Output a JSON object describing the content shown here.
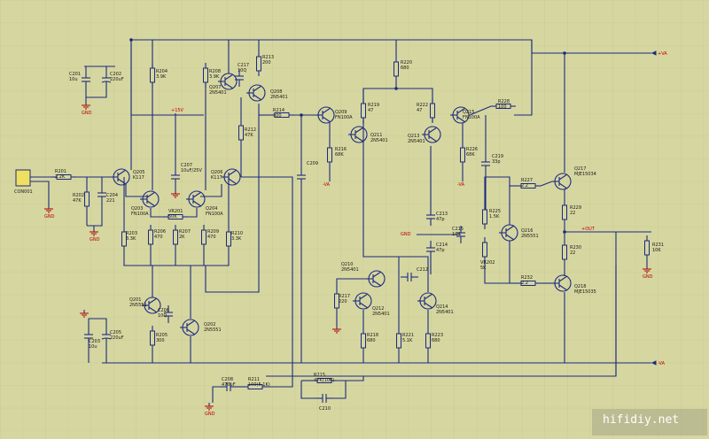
{
  "rails": {
    "vplus": "+VA",
    "vminus": "-VA",
    "rail_15v": "+15V",
    "gnd": "GND",
    "out": "+OUT"
  },
  "connector": {
    "ref": "CON001"
  },
  "watermark": "hifidiy.net",
  "gnd_label": "GND",
  "colors": {
    "background": "#d6d6a0",
    "wire": "#1b2a80",
    "ground": "#b00000",
    "grid": "#c4c48c"
  },
  "components": {
    "C201": {
      "ref": "C201",
      "val": "10u"
    },
    "C202": {
      "ref": "C202",
      "val": "220uF"
    },
    "R204": {
      "ref": "R204",
      "val": "3.9K"
    },
    "R208": {
      "ref": "R208",
      "val": "3.9K"
    },
    "C217": {
      "ref": "C217",
      "val": "10Q"
    },
    "R213": {
      "ref": "R213",
      "val": "200"
    },
    "Q207": {
      "ref": "Q207",
      "val": "2N5401"
    },
    "Q208": {
      "ref": "Q208",
      "val": "2N5401"
    },
    "R220": {
      "ref": "R220",
      "val": "680"
    },
    "R228": {
      "ref": "R228",
      "val": "100"
    },
    "R219": {
      "ref": "R219",
      "val": "47"
    },
    "R222": {
      "ref": "R222",
      "val": "47"
    },
    "Q209": {
      "ref": "Q209",
      "val": "FN100A"
    },
    "Q215": {
      "ref": "Q215",
      "val": "FN100A"
    },
    "R214": {
      "ref": "R214",
      "val": "100"
    },
    "Q211": {
      "ref": "Q211",
      "val": "2N5401"
    },
    "Q213": {
      "ref": "Q213",
      "val": "2N5401"
    },
    "R212": {
      "ref": "R212",
      "val": "47K"
    },
    "R216": {
      "ref": "R216",
      "val": "68K"
    },
    "R226": {
      "ref": "R226",
      "val": "68K"
    },
    "C219": {
      "ref": "C219",
      "val": "33p"
    },
    "C209": {
      "ref": "C209",
      "val": ""
    },
    "R201": {
      "ref": "R201",
      "val": "2.2K"
    },
    "R202": {
      "ref": "R202",
      "val": "47K"
    },
    "C204": {
      "ref": "C204",
      "val": "221"
    },
    "Q205": {
      "ref": "Q205",
      "val": "K117"
    },
    "Q206": {
      "ref": "Q206",
      "val": "K117"
    },
    "C207": {
      "ref": "C207",
      "val": "10uF/25V"
    },
    "Q203": {
      "ref": "Q203",
      "val": "FN100A"
    },
    "Q204": {
      "ref": "Q204",
      "val": "FN100A"
    },
    "VR201": {
      "ref": "VR201",
      "val": "50K"
    },
    "R203": {
      "ref": "R203",
      "val": "3.3K"
    },
    "R206": {
      "ref": "R206",
      "val": "470"
    },
    "R207": {
      "ref": "R207",
      "val": "2K"
    },
    "R209": {
      "ref": "R209",
      "val": "470"
    },
    "R210": {
      "ref": "R210",
      "val": "3.3K"
    },
    "Q217": {
      "ref": "Q217",
      "val": "MJE15034"
    },
    "Q218": {
      "ref": "Q218",
      "val": "MJE15035"
    },
    "R227": {
      "ref": "R227",
      "val": "2.2"
    },
    "R229": {
      "ref": "R229",
      "val": "22"
    },
    "R230": {
      "ref": "R230",
      "val": "22"
    },
    "R231": {
      "ref": "R231",
      "val": "10K"
    },
    "R232": {
      "ref": "R232",
      "val": "2.2"
    },
    "C213": {
      "ref": "C213",
      "val": "47p"
    },
    "C214": {
      "ref": "C214",
      "val": "47p"
    },
    "C215": {
      "ref": "C215",
      "val": "104"
    },
    "R225": {
      "ref": "R225",
      "val": "1.5K"
    },
    "Q216": {
      "ref": "Q216",
      "val": "2N5551"
    },
    "VR202": {
      "ref": "VR202",
      "val": "5K"
    },
    "Q210": {
      "ref": "Q210",
      "val": "2N5401"
    },
    "Q212": {
      "ref": "Q212",
      "val": "2N5401"
    },
    "Q214": {
      "ref": "Q214",
      "val": "2N5401"
    },
    "C212": {
      "ref": "C212",
      "val": ""
    },
    "R217": {
      "ref": "R217",
      "val": "220"
    },
    "R218": {
      "ref": "R218",
      "val": "680"
    },
    "R221": {
      "ref": "R221",
      "val": "5.1K"
    },
    "R223": {
      "ref": "R223",
      "val": "680"
    },
    "Q201": {
      "ref": "Q201",
      "val": "2N5551"
    },
    "Q202": {
      "ref": "Q202",
      "val": "2N5551"
    },
    "C206": {
      "ref": "C206",
      "val": "10Q"
    },
    "R205": {
      "ref": "R205",
      "val": "300"
    },
    "C203": {
      "ref": "C203",
      "val": "10u"
    },
    "C205": {
      "ref": "C205",
      "val": "220uF"
    },
    "C208": {
      "ref": "C208",
      "val": "470uF"
    },
    "R211": {
      "ref": "R211",
      "val": "100(5.1K)"
    },
    "R215": {
      "ref": "R215",
      "val": "47K(10K)"
    },
    "C210": {
      "ref": "C210",
      "val": ""
    }
  }
}
